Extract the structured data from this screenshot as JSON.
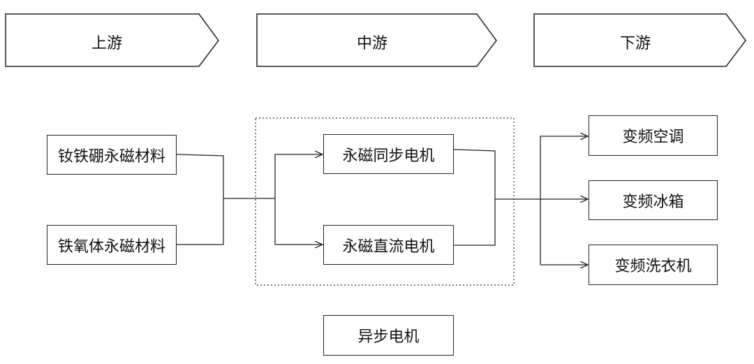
{
  "stages": {
    "upstream": "上游",
    "midstream": "中游",
    "downstream": "下游"
  },
  "upstream_materials": {
    "ndfeb": "钕铁硼永磁材料",
    "ferrite": "铁氧体永磁材料"
  },
  "motors": {
    "pm_sync": "永磁同步电机",
    "pm_dc": "永磁直流电机",
    "async": "异步电机"
  },
  "applications": {
    "ac": "变频空调",
    "fridge": "变频冰箱",
    "washer": "变频洗衣机"
  }
}
